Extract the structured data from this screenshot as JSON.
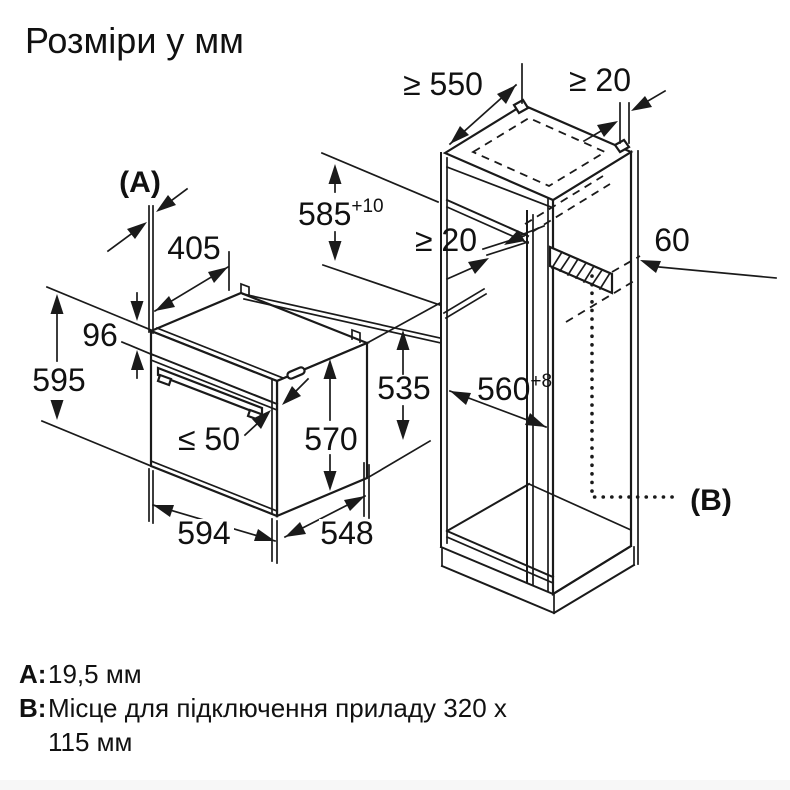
{
  "title": "Розміри у мм",
  "colors": {
    "ink": "#1a1a1a",
    "background": "#ffffff"
  },
  "oven": {
    "label": "(A)",
    "dims": {
      "top_depth": "405",
      "panel_height": "96",
      "height": "595",
      "front_gap": "≤ 50",
      "inner_height": "570",
      "width": "594",
      "depth": "548",
      "rear_height": "535"
    }
  },
  "cabinet": {
    "label": "(B)",
    "dims": {
      "depth_min": "≥ 550",
      "wall_gap": "≥ 20",
      "niche_height": "585",
      "niche_height_tol": "+10",
      "vent_gap": "≥ 20",
      "rear_duct": "60",
      "niche_width": "560",
      "niche_width_tol": "+8"
    }
  },
  "legend": {
    "a_key": "A:",
    "a_value": "19,5 мм",
    "b_key": "B:",
    "b_line1": "Місце для підключення приладу 320 x",
    "b_line2": "115 мм"
  }
}
